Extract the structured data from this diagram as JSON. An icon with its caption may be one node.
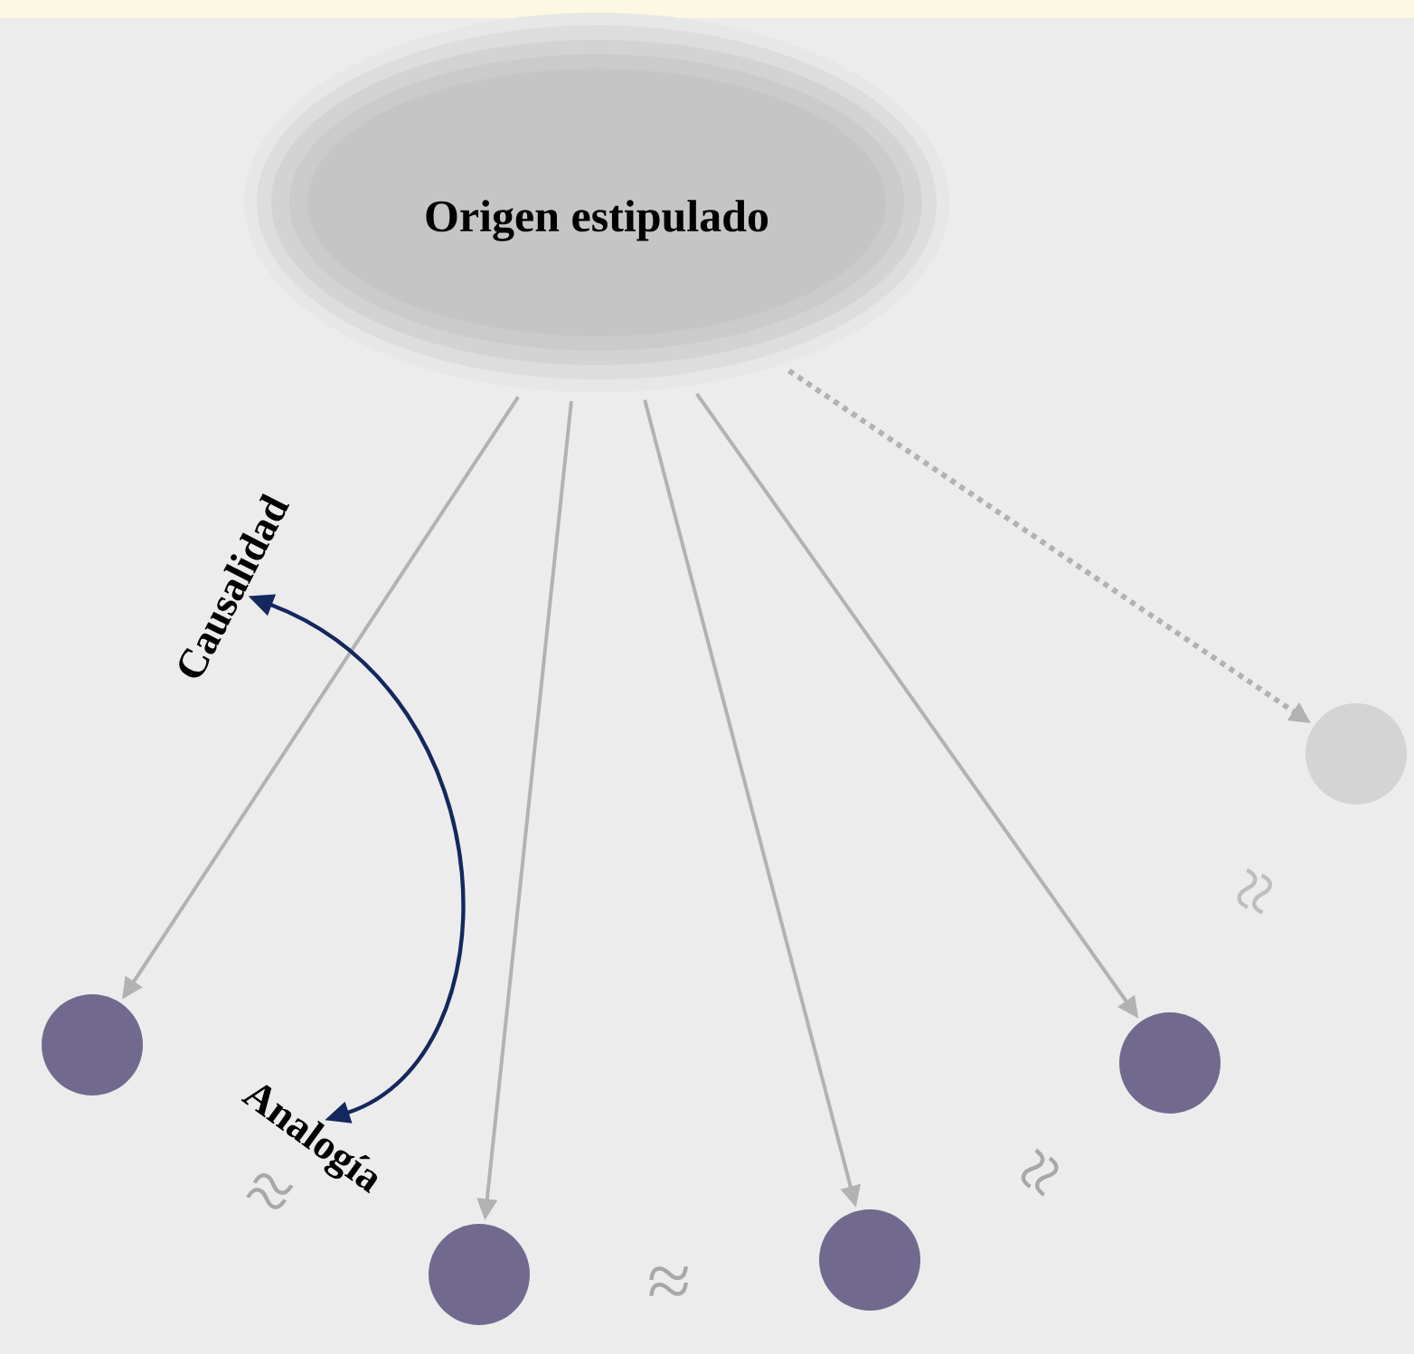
{
  "diagram": {
    "nodes": [
      {
        "text": [
          "Origen estipulado"
        ]
      },
      {
        "text": [],
        "shape": "circle"
      },
      {
        "text": [],
        "shape": "circle"
      },
      {
        "text": [],
        "shape": "circle"
      },
      {
        "text": [],
        "shape": "circle"
      },
      {
        "text": [],
        "shape": "circle"
      },
      {
        "text": [
          "Causalidad"
        ]
      },
      {
        "text": [
          "Analogía"
        ]
      }
    ],
    "edges": [
      {
        "from": 0,
        "to": 1,
        "arrow": "to"
      },
      {
        "from": 0,
        "to": 2,
        "arrow": "to"
      },
      {
        "from": 0,
        "to": 3,
        "arrow": "to"
      },
      {
        "from": 0,
        "to": 4,
        "arrow": "to"
      },
      {
        "from": 0,
        "to": 5,
        "arrow": "to",
        "style": "dashed"
      },
      {
        "from": 6,
        "to": 7,
        "arrow": "both",
        "color": "#14285f"
      }
    ],
    "labels": [
      "≈",
      "≈",
      "≈",
      "≈"
    ]
  }
}
